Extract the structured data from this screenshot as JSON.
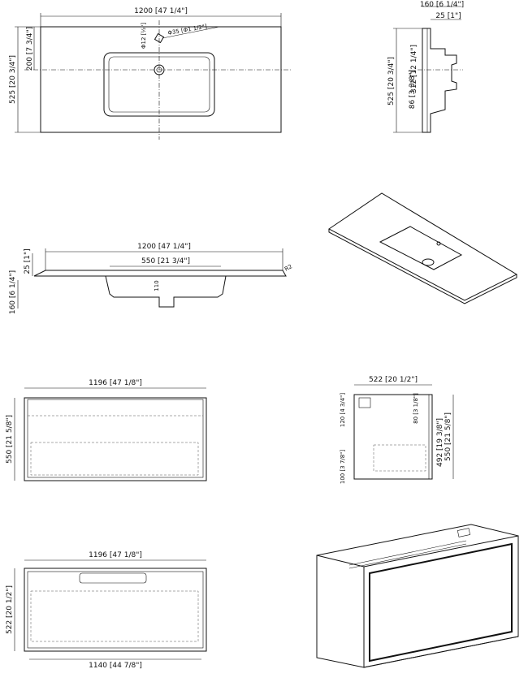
{
  "top_view": {
    "width_label": "1200 [47 1/4\"]",
    "depth_label": "525 [20 3/4\"]",
    "basin_offset_label": "200 [7 3/4\"]",
    "drain_label": "Φ35 [Φ1 1/2\"]",
    "hole_label": "Φ12 [½\"]"
  },
  "side_view_top": {
    "depth_label": "160 [6 1/4\"]",
    "lip_label": "25 [1\"]",
    "height_label": "525 [20 3/4\"]",
    "basin_label": "86 [3 3/8\"]",
    "inner_label": "312 [12 1/4\"]"
  },
  "front_section": {
    "width_label": "1200 [47 1/4\"]",
    "basin_width_label": "550 [21 3/4\"]",
    "thickness_label": "25 [1\"]",
    "depth_label": "160 [6 1/4\"]",
    "basin_depth_label": "110",
    "radius_label": "R2"
  },
  "cabinet_front": {
    "width_label": "1196 [47 1/8\"]",
    "height_label": "550 [21 5/8\"]"
  },
  "cabinet_side": {
    "width_label": "522 [20 1/2\"]",
    "top_label": "120 [4 3/4\"]",
    "rail_label": "80 [3 1/8\"]",
    "inner_label": "492 [19 3/8\"]",
    "height_label": "550 [21 5/8\"]",
    "bottom_label": "100 [3 7/8\"]"
  },
  "cabinet_top": {
    "width_label": "1196 [47 1/8\"]",
    "depth_label": "522 [20 1/2\"]",
    "inner_width_label": "1140 [44 7/8\"]"
  }
}
